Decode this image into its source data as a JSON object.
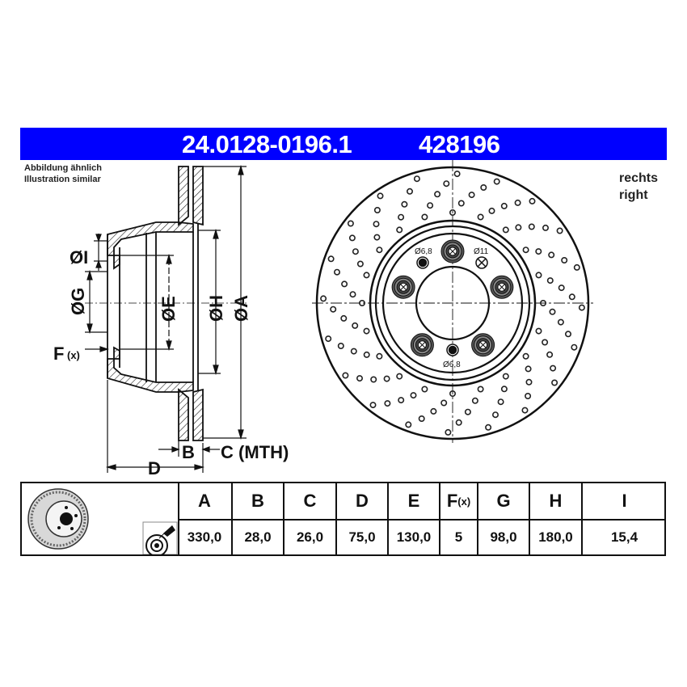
{
  "header": {
    "part_number": "24.0128-0196.1",
    "short_number": "428196",
    "background_color": "#0000ff"
  },
  "note": {
    "line1": "Abbildung ähnlich",
    "line2": "Illustration similar"
  },
  "side": {
    "line1": "rechts",
    "line2": "right"
  },
  "section_view": {
    "labels": {
      "I": "ØI",
      "G": "ØG",
      "E": "ØE",
      "H": "ØH",
      "A": "ØA",
      "F": "F",
      "F_sub": "(x)",
      "B": "B",
      "C": "C (MTH)",
      "D": "D"
    }
  },
  "front_view": {
    "hole_label_top": "Ø6,8",
    "hole_label_right": "Ø11",
    "hole_label_bottom": "Ø6,8",
    "bolt_holes": 5
  },
  "table": {
    "columns": [
      {
        "key": "A",
        "label": "A",
        "value": "330,0"
      },
      {
        "key": "B",
        "label": "B",
        "value": "28,0"
      },
      {
        "key": "C",
        "label": "C",
        "value": "26,0"
      },
      {
        "key": "D",
        "label": "D",
        "value": "75,0"
      },
      {
        "key": "E",
        "label": "E",
        "value": "130,0"
      },
      {
        "key": "F",
        "label": "F",
        "label_sub": "(x)",
        "value": "5"
      },
      {
        "key": "G",
        "label": "G",
        "value": "98,0"
      },
      {
        "key": "H",
        "label": "H",
        "value": "180,0"
      },
      {
        "key": "I",
        "label": "I",
        "value": "15,4"
      }
    ],
    "icons": [
      "brake-disc-thumbnail-icon",
      "coating-spray-icon"
    ]
  }
}
